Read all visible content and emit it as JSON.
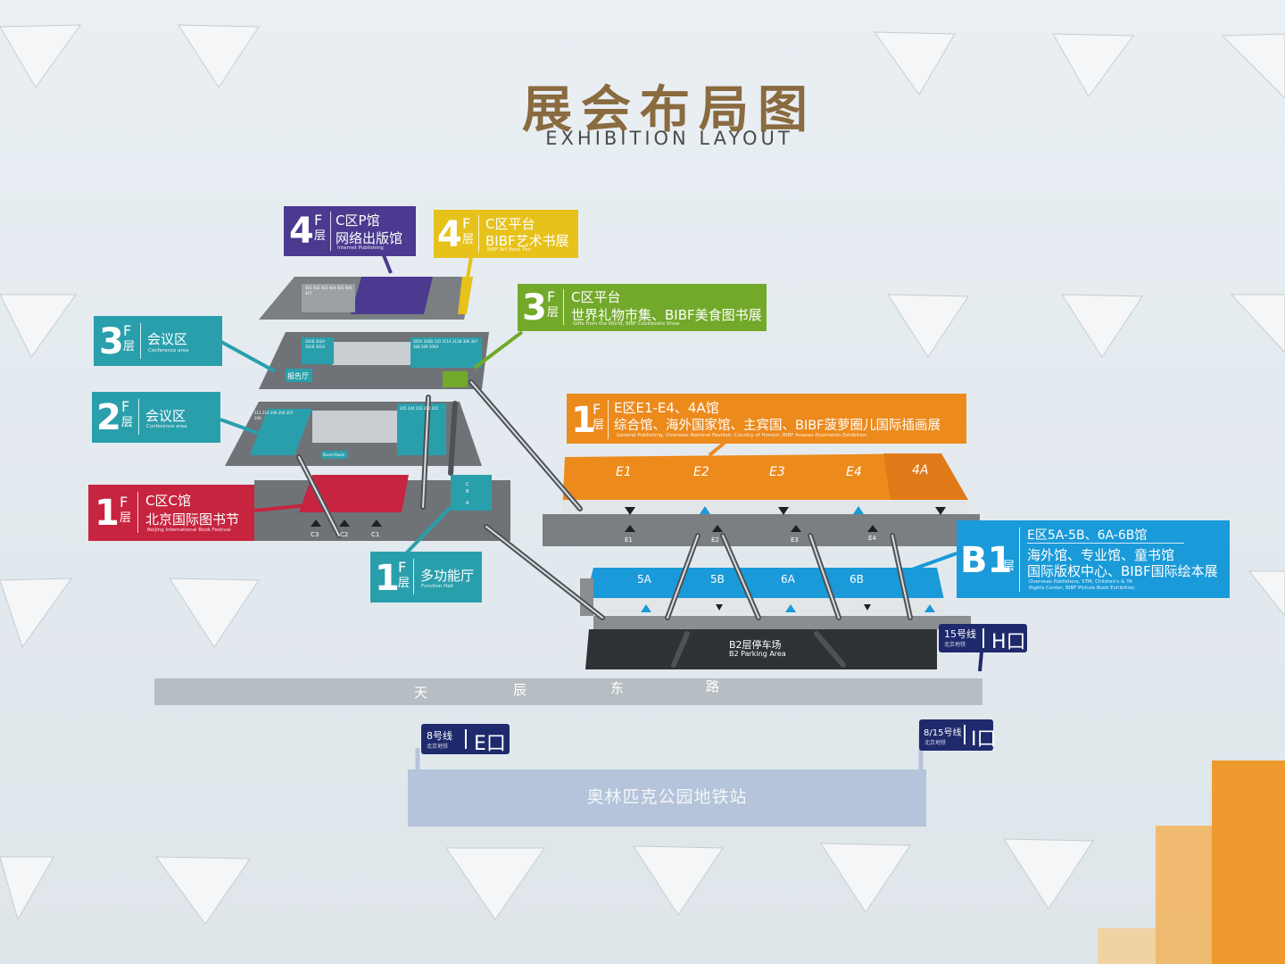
{
  "header": {
    "title": "展会布局图",
    "subtitle": "EXHIBITION  LAYOUT"
  },
  "labels": {
    "f4_p": {
      "floor": "4",
      "f": "F",
      "ceng": "层",
      "zone": "C区P馆",
      "name": "网络出版馆",
      "en": "Internet Publishing"
    },
    "f4_art": {
      "floor": "4",
      "f": "F",
      "ceng": "层",
      "zone": "C区平台",
      "name": "BIBF艺术书展",
      "en": "BIBF Art Book Fair"
    },
    "f3_plat": {
      "floor": "3",
      "f": "F",
      "ceng": "层",
      "zone": "C区平台",
      "name": "世界礼物市集、BIBF美食图书展",
      "en": "Gifts from the World, BIBF Cookbooks Show"
    },
    "f3_conf": {
      "floor": "3",
      "f": "F",
      "ceng": "层",
      "name": "会议区",
      "en": "Conference area"
    },
    "f2_conf": {
      "floor": "2",
      "f": "F",
      "ceng": "层",
      "name": "会议区",
      "en": "Conference area"
    },
    "f1_c": {
      "floor": "1",
      "f": "F",
      "ceng": "层",
      "zone": "C区C馆",
      "name": "北京国际图书节",
      "en": "Beijing International Book Festival"
    },
    "f1_func": {
      "floor": "1",
      "f": "F",
      "ceng": "层",
      "name": "多功能厅",
      "en": "Function Hall"
    },
    "f1_e": {
      "floor": "1",
      "f": "F",
      "ceng": "层",
      "zone": "E区E1-E4、4A馆",
      "name": "综合馆、海外国家馆、主宾国、BIBF菠萝圈儿国际插画展",
      "en": "General Publishing, Overseas National Pavilion, Country of Honour,   BIBF Ananas Illustration Exhibition"
    },
    "b1": {
      "floor": "B1",
      "ceng": "层",
      "zone": "E区5A-5B、6A-6B馆",
      "name1": "海外馆、专业馆、童书馆",
      "name2": "国际版权中心、BIBF国际绘本展",
      "en1": "Overseas Publishers, STM, Children's & YA",
      "en2": "Rights Center, BIBF Picture Book Exhibition"
    }
  },
  "halls": {
    "e_row": [
      "E1",
      "E2",
      "E3",
      "E4",
      "4A"
    ],
    "b1_row": [
      "5A",
      "5B",
      "6A",
      "6B"
    ],
    "e_entrances": [
      "E1",
      "E2",
      "E3",
      "E4"
    ],
    "c_entrances": [
      "C3",
      "C2",
      "C1"
    ],
    "parking": {
      "cn": "B2层停车场",
      "en": "B2 Parking Area"
    },
    "report_hall": "报告厅",
    "rooms_3f": [
      "302B",
      "302A",
      "301B",
      "301A",
      "305A",
      "305B",
      "310",
      "311A",
      "311B",
      "306",
      "307",
      "308",
      "309",
      "306A"
    ],
    "rooms_2f": [
      "211",
      "210",
      "209",
      "208",
      "207",
      "206",
      "205",
      "204",
      "203",
      "202",
      "201",
      "Board Room"
    ],
    "rooms_4f": [
      "401",
      "402",
      "403",
      "404",
      "405",
      "406",
      "407"
    ],
    "func_rooms": [
      "C",
      "B",
      "A"
    ]
  },
  "road": {
    "chars": [
      "天",
      "辰",
      "东",
      "路"
    ]
  },
  "metro": {
    "line8": {
      "line": "8号线",
      "gate": "E口",
      "brand": "北京地铁"
    },
    "line15": {
      "line": "15号线",
      "gate": "H口",
      "brand": "北京地铁"
    },
    "line815": {
      "line": "8/15号线",
      "gate": "I口",
      "brand": "北京地铁"
    },
    "station": "奥林匹克公园地铁站"
  },
  "colors": {
    "purple": "#4b3a8f",
    "yellow": "#e6c21b",
    "green": "#72a92b",
    "teal": "#2a9fac",
    "red": "#c7243f",
    "orange": "#ec8a1c",
    "blue": "#1a9ad8",
    "navy": "#1e2a6c",
    "brown": "#8a6a3f"
  }
}
